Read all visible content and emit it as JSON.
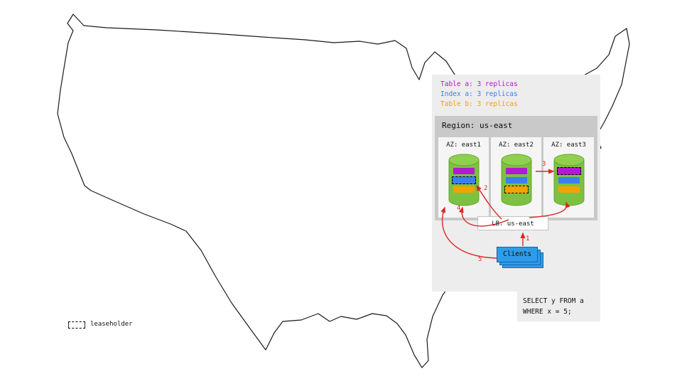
{
  "legend": {
    "items": [
      {
        "id": "table-a",
        "label": "Table a: 3 replicas"
      },
      {
        "id": "index-a",
        "label": "Index a: 3 replicas"
      },
      {
        "id": "table-b",
        "label": "Table b: 3 replicas"
      }
    ]
  },
  "region": {
    "title": "Region: us-east",
    "azs": [
      {
        "label": "AZ: east1",
        "replicas": [
          {
            "key": "table_a",
            "leaseholder": false
          },
          {
            "key": "index_a",
            "leaseholder": true
          },
          {
            "key": "table_b",
            "leaseholder": false
          }
        ]
      },
      {
        "label": "AZ: east2",
        "replicas": [
          {
            "key": "table_a",
            "leaseholder": false
          },
          {
            "key": "index_a",
            "leaseholder": false
          },
          {
            "key": "table_b",
            "leaseholder": true
          }
        ]
      },
      {
        "label": "AZ: east3",
        "replicas": [
          {
            "key": "table_a",
            "leaseholder": true
          },
          {
            "key": "index_a",
            "leaseholder": false
          },
          {
            "key": "table_b",
            "leaseholder": false
          }
        ]
      }
    ]
  },
  "load_balancer": {
    "label": "LB: us-east"
  },
  "clients": {
    "label": "Clients"
  },
  "arrows": {
    "labels": [
      "1",
      "2",
      "3",
      "4",
      "5"
    ]
  },
  "sql": {
    "line1": "SELECT y FROM a",
    "line2": "WHERE x = 5;"
  },
  "map_legend": {
    "label": "leaseholder"
  },
  "colors": {
    "table_a": "#b318d2",
    "index_a": "#3a80ee",
    "table_b": "#f5a100",
    "arrow": "#e02424",
    "cylinder": "#7cc142",
    "cylinder_top": "#90d050",
    "clients_fill": "#2f9ce8"
  }
}
